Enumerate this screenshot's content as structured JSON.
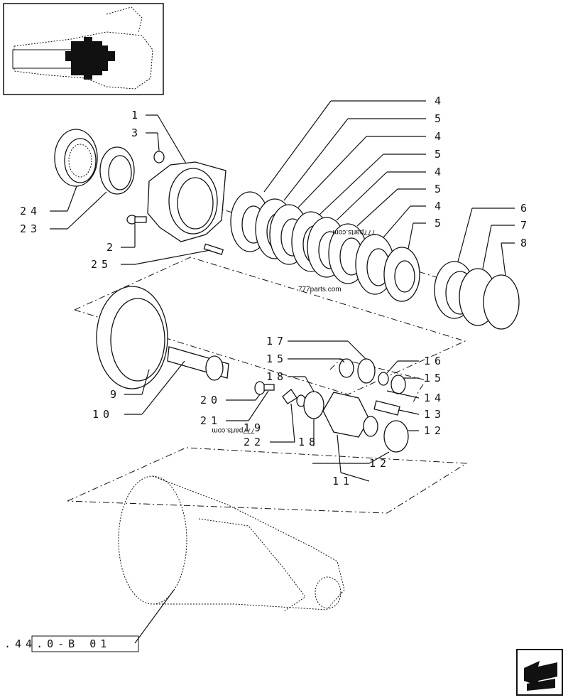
{
  "diagram": {
    "callouts": [
      {
        "id": "c4a",
        "text": "4"
      },
      {
        "id": "c5a",
        "text": "5"
      },
      {
        "id": "c4b",
        "text": "4"
      },
      {
        "id": "c5b",
        "text": "5"
      },
      {
        "id": "c4c",
        "text": "4"
      },
      {
        "id": "c5c",
        "text": "5"
      },
      {
        "id": "c4d",
        "text": "4"
      },
      {
        "id": "c5d",
        "text": "5"
      },
      {
        "id": "c6",
        "text": "6"
      },
      {
        "id": "c7",
        "text": "7"
      },
      {
        "id": "c8",
        "text": "8"
      },
      {
        "id": "c1",
        "text": "1"
      },
      {
        "id": "c3",
        "text": "3"
      },
      {
        "id": "c24",
        "text": "24"
      },
      {
        "id": "c23",
        "text": "23"
      },
      {
        "id": "c2",
        "text": "2"
      },
      {
        "id": "c25",
        "text": "25"
      },
      {
        "id": "c17",
        "text": "17"
      },
      {
        "id": "c15a",
        "text": "15"
      },
      {
        "id": "c18a",
        "text": "18"
      },
      {
        "id": "c16",
        "text": "16"
      },
      {
        "id": "c15b",
        "text": "15"
      },
      {
        "id": "c14",
        "text": "14"
      },
      {
        "id": "c13",
        "text": "13"
      },
      {
        "id": "c12a",
        "text": "12"
      },
      {
        "id": "c20",
        "text": "20"
      },
      {
        "id": "c21",
        "text": "21"
      },
      {
        "id": "c19",
        "text": "19"
      },
      {
        "id": "c22",
        "text": "22"
      },
      {
        "id": "c18b",
        "text": "18"
      },
      {
        "id": "c12b",
        "text": "12"
      },
      {
        "id": "c11",
        "text": "11"
      },
      {
        "id": "c9",
        "text": "9"
      },
      {
        "id": "c10",
        "text": "10"
      }
    ],
    "reference_code": ".44.0-B 01",
    "watermarks": [
      "777parts.com",
      "777parts.com",
      "777parts.com"
    ]
  },
  "icons": {
    "nav": "next-page-arrow-icon",
    "locator": "axle-locator-thumbnail"
  }
}
